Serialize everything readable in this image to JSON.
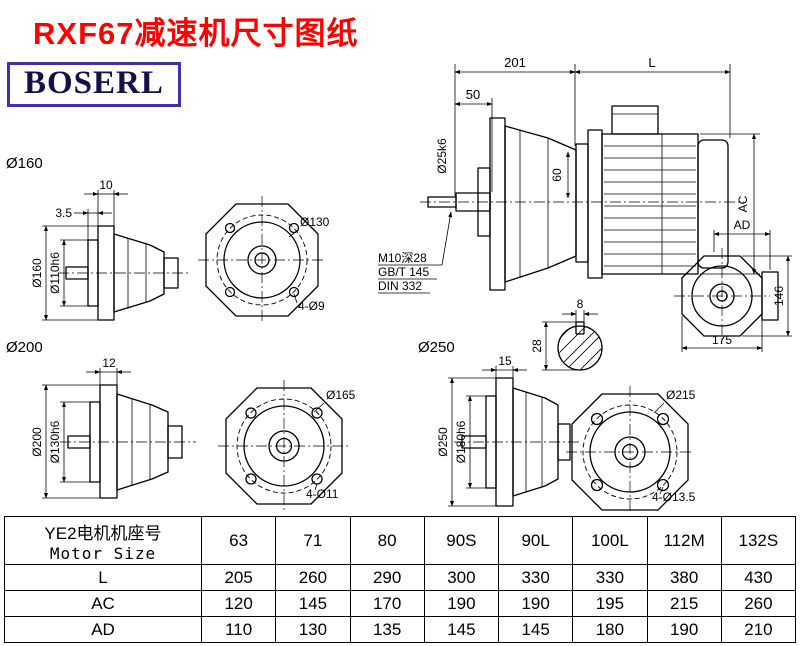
{
  "page": {
    "title": "RXF67减速机尺寸图纸",
    "logo": "BOSERL"
  },
  "colors": {
    "title_red": "#fe0000",
    "logo_navy": "#3d33a6",
    "line": "#000000"
  },
  "main_view": {
    "dim_201": "201",
    "dim_L": "L",
    "dim_50": "50",
    "shaft_label": "Ø25k6",
    "dim_60": "60",
    "dim_AC": "AC",
    "note1": "M10深28",
    "note2": "GB/T 145",
    "note3": "DIN 332"
  },
  "view160": {
    "label": "Ø160",
    "dim_10": "10",
    "dim_3_5": "3.5",
    "dim_d160": "Ø160",
    "dim_d110": "Ø110h6",
    "front_d130": "Ø130",
    "front_holes": "4-Ø9"
  },
  "view200": {
    "label": "Ø200",
    "dim_12": "12",
    "dim_d200": "Ø200",
    "dim_d130": "Ø130h6",
    "front_d165": "Ø165",
    "front_holes": "4-Ø11"
  },
  "view250": {
    "label": "Ø250",
    "dim_15": "15",
    "dim_d250": "Ø250",
    "dim_d180": "Ø180h6",
    "front_d215": "Ø215",
    "front_holes": "4-Ø13.5"
  },
  "keyway": {
    "dim_8": "8",
    "dim_28": "28"
  },
  "side_right": {
    "dim_AD": "AD",
    "dim_146": "146",
    "dim_175": "175"
  },
  "table": {
    "header_cn": "YE2电机机座号",
    "header_en": "Motor Size",
    "columns": [
      "63",
      "71",
      "80",
      "90S",
      "90L",
      "100L",
      "112M",
      "132S"
    ],
    "rows": [
      {
        "label": "L",
        "values": [
          "205",
          "260",
          "290",
          "300",
          "330",
          "330",
          "380",
          "430"
        ]
      },
      {
        "label": "AC",
        "values": [
          "120",
          "145",
          "170",
          "190",
          "190",
          "195",
          "215",
          "260"
        ]
      },
      {
        "label": "AD",
        "values": [
          "110",
          "130",
          "135",
          "145",
          "145",
          "180",
          "190",
          "210"
        ]
      }
    ]
  }
}
